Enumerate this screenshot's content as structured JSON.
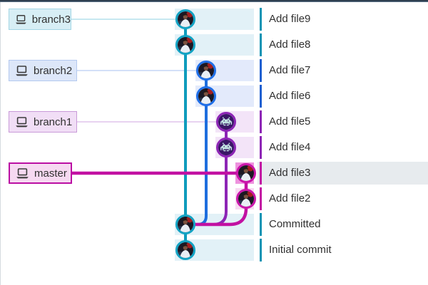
{
  "panel": {
    "name": "git-commit-graph",
    "text_color": "#303030",
    "top_border_dark": "#2e3f50",
    "top_border_light": "#5b7186",
    "left_border": "#d5dadf",
    "selected_row_bg": "#e7ebee"
  },
  "branches": {
    "branch3": {
      "label": "branch3",
      "lane": 0,
      "head_row": 0,
      "label_width": 88,
      "emphasis": false,
      "color": {
        "main": "#0f9cbc",
        "ring": "#13a3c4",
        "thin": "#a5d9e7",
        "stripe": "#e2f1f7",
        "label_bg": "#d7eef5",
        "label_border": "#a3d6e5",
        "tick": "#0f93b3"
      }
    },
    "branch2": {
      "label": "branch2",
      "lane": 1,
      "head_row": 2,
      "label_width": 96,
      "emphasis": false,
      "color": {
        "main": "#1e6ede",
        "ring": "#1f6fe8",
        "thin": "#b9cdf3",
        "stripe": "#e3eafb",
        "label_bg": "#dde7f9",
        "label_border": "#b4c9ef",
        "tick": "#1d5fd0"
      }
    },
    "branch1": {
      "label": "branch1",
      "lane": 2,
      "head_row": 4,
      "label_width": 96,
      "emphasis": false,
      "color": {
        "main": "#8d25b5",
        "ring": "#8d25b5",
        "thin": "#d9b8e8",
        "stripe": "#f3e4f8",
        "label_bg": "#f1def6",
        "label_border": "#c99ad8",
        "tick": "#8d25b5"
      }
    },
    "master": {
      "label": "master",
      "lane": 3,
      "head_row": 6,
      "label_width": 89,
      "emphasis": true,
      "color": {
        "main": "#c211a2",
        "ring": "#cb16ab",
        "thin": "#c211a2",
        "stripe": "#f8d9f2",
        "stripe_selected": "#ee93de",
        "label_bg": "#f6d9f1",
        "label_border": "#bb0fa3",
        "tick": "#c211a2"
      }
    }
  },
  "commits": [
    {
      "message": "Add file9",
      "branch": "branch3",
      "avatar": "person",
      "selected": false
    },
    {
      "message": "Add file8",
      "branch": "branch3",
      "avatar": "person",
      "selected": false
    },
    {
      "message": "Add file7",
      "branch": "branch2",
      "avatar": "person",
      "selected": false
    },
    {
      "message": "Add file6",
      "branch": "branch2",
      "avatar": "person",
      "selected": false
    },
    {
      "message": "Add file5",
      "branch": "branch1",
      "avatar": "invader",
      "selected": false
    },
    {
      "message": "Add file4",
      "branch": "branch1",
      "avatar": "invader",
      "selected": false
    },
    {
      "message": "Add file3",
      "branch": "master",
      "avatar": "person",
      "selected": true
    },
    {
      "message": "Add file2",
      "branch": "master",
      "avatar": "person",
      "selected": false
    },
    {
      "message": "Committed",
      "branch": "branch3",
      "avatar": "person",
      "selected": false
    },
    {
      "message": "Initial commit",
      "branch": "branch3",
      "avatar": "person",
      "selected": false
    }
  ],
  "avatar_colors": {
    "person_bg": "#1b1824",
    "person_glow": "#b32020",
    "person_skin": "#7a5240",
    "person_hair": "#241812",
    "person_shirt": "#e9eef5",
    "invader_bg": "#3a1666",
    "invader_pixel": "#c9efe9"
  },
  "icons": {
    "laptop_icon_color": "#3c3c3c"
  }
}
